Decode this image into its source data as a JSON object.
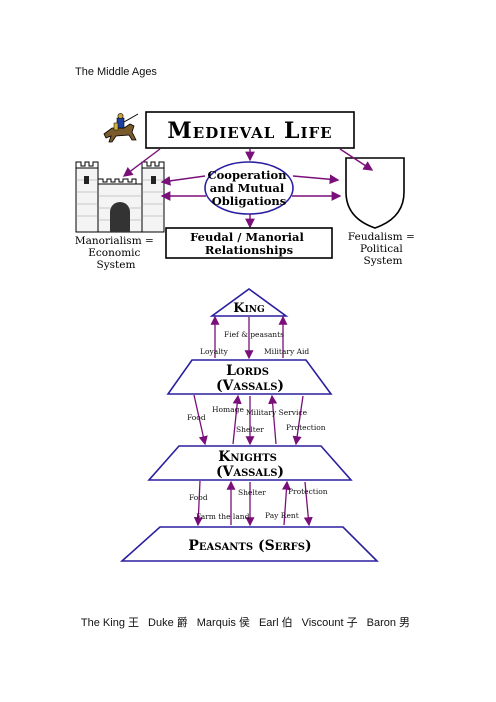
{
  "page": {
    "heading": "The Middle Ages"
  },
  "diagram": {
    "title": "Medieval Life",
    "center_oval": [
      "Cooperation",
      "and Mutual",
      "Obligations"
    ],
    "relationships_box": [
      "Feudal / Manorial",
      "Relationships"
    ],
    "left_caption": [
      "Manorialism =",
      "Economic",
      "System"
    ],
    "right_caption": [
      "Feudalism =",
      "Political",
      "System"
    ],
    "tiers": {
      "king": "King",
      "lords": [
        "Lords",
        "(Vassals)"
      ],
      "knights": [
        "Knights",
        "(Vassals)"
      ],
      "peasants": "Peasants (Serfs)"
    },
    "arrows": {
      "fief": "Fief & peasants",
      "loyalty": "Loyalty",
      "military_aid": "Military Aid",
      "food_1": "Food",
      "homage": "Homage",
      "military_service": "Military Service",
      "shelter_1": "Shelter",
      "protection_1": "Protection",
      "food_2": "Food",
      "shelter_2": "Shelter",
      "protection_2": "Protection",
      "farm": "Farm the land",
      "rent": "Pay Rent"
    },
    "colors": {
      "arrow": "#7a0f7a",
      "tier_border": "#2a1fa0",
      "ink": "#000000"
    },
    "icons": [
      "knight-on-horse-icon",
      "castle-icon",
      "shield-icon"
    ]
  },
  "footer": {
    "items": [
      "The King 王",
      "Duke 爵",
      "Marquis 侯",
      "Earl 伯",
      "Viscount 子",
      "Baron 男"
    ]
  }
}
